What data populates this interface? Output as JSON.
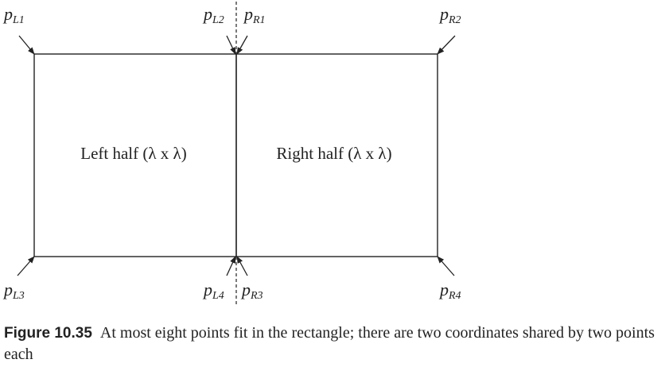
{
  "diagram": {
    "left_half_label": "Left half (λ x λ)",
    "right_half_label": "Right half (λ x λ)",
    "points": [
      {
        "id": "pL1",
        "main": "p",
        "sub": "L1"
      },
      {
        "id": "pL2",
        "main": "p",
        "sub": "L2"
      },
      {
        "id": "pR1",
        "main": "p",
        "sub": "R1"
      },
      {
        "id": "pR2",
        "main": "p",
        "sub": "R2"
      },
      {
        "id": "pL3",
        "main": "p",
        "sub": "L3"
      },
      {
        "id": "pL4",
        "main": "p",
        "sub": "L4"
      },
      {
        "id": "pR3",
        "main": "p",
        "sub": "R3"
      },
      {
        "id": "pR4",
        "main": "p",
        "sub": "R4"
      }
    ]
  },
  "caption": {
    "figure_label": "Figure 10.35",
    "text": "At most eight points fit in the rectangle; there are two coordinates shared by two points each"
  }
}
